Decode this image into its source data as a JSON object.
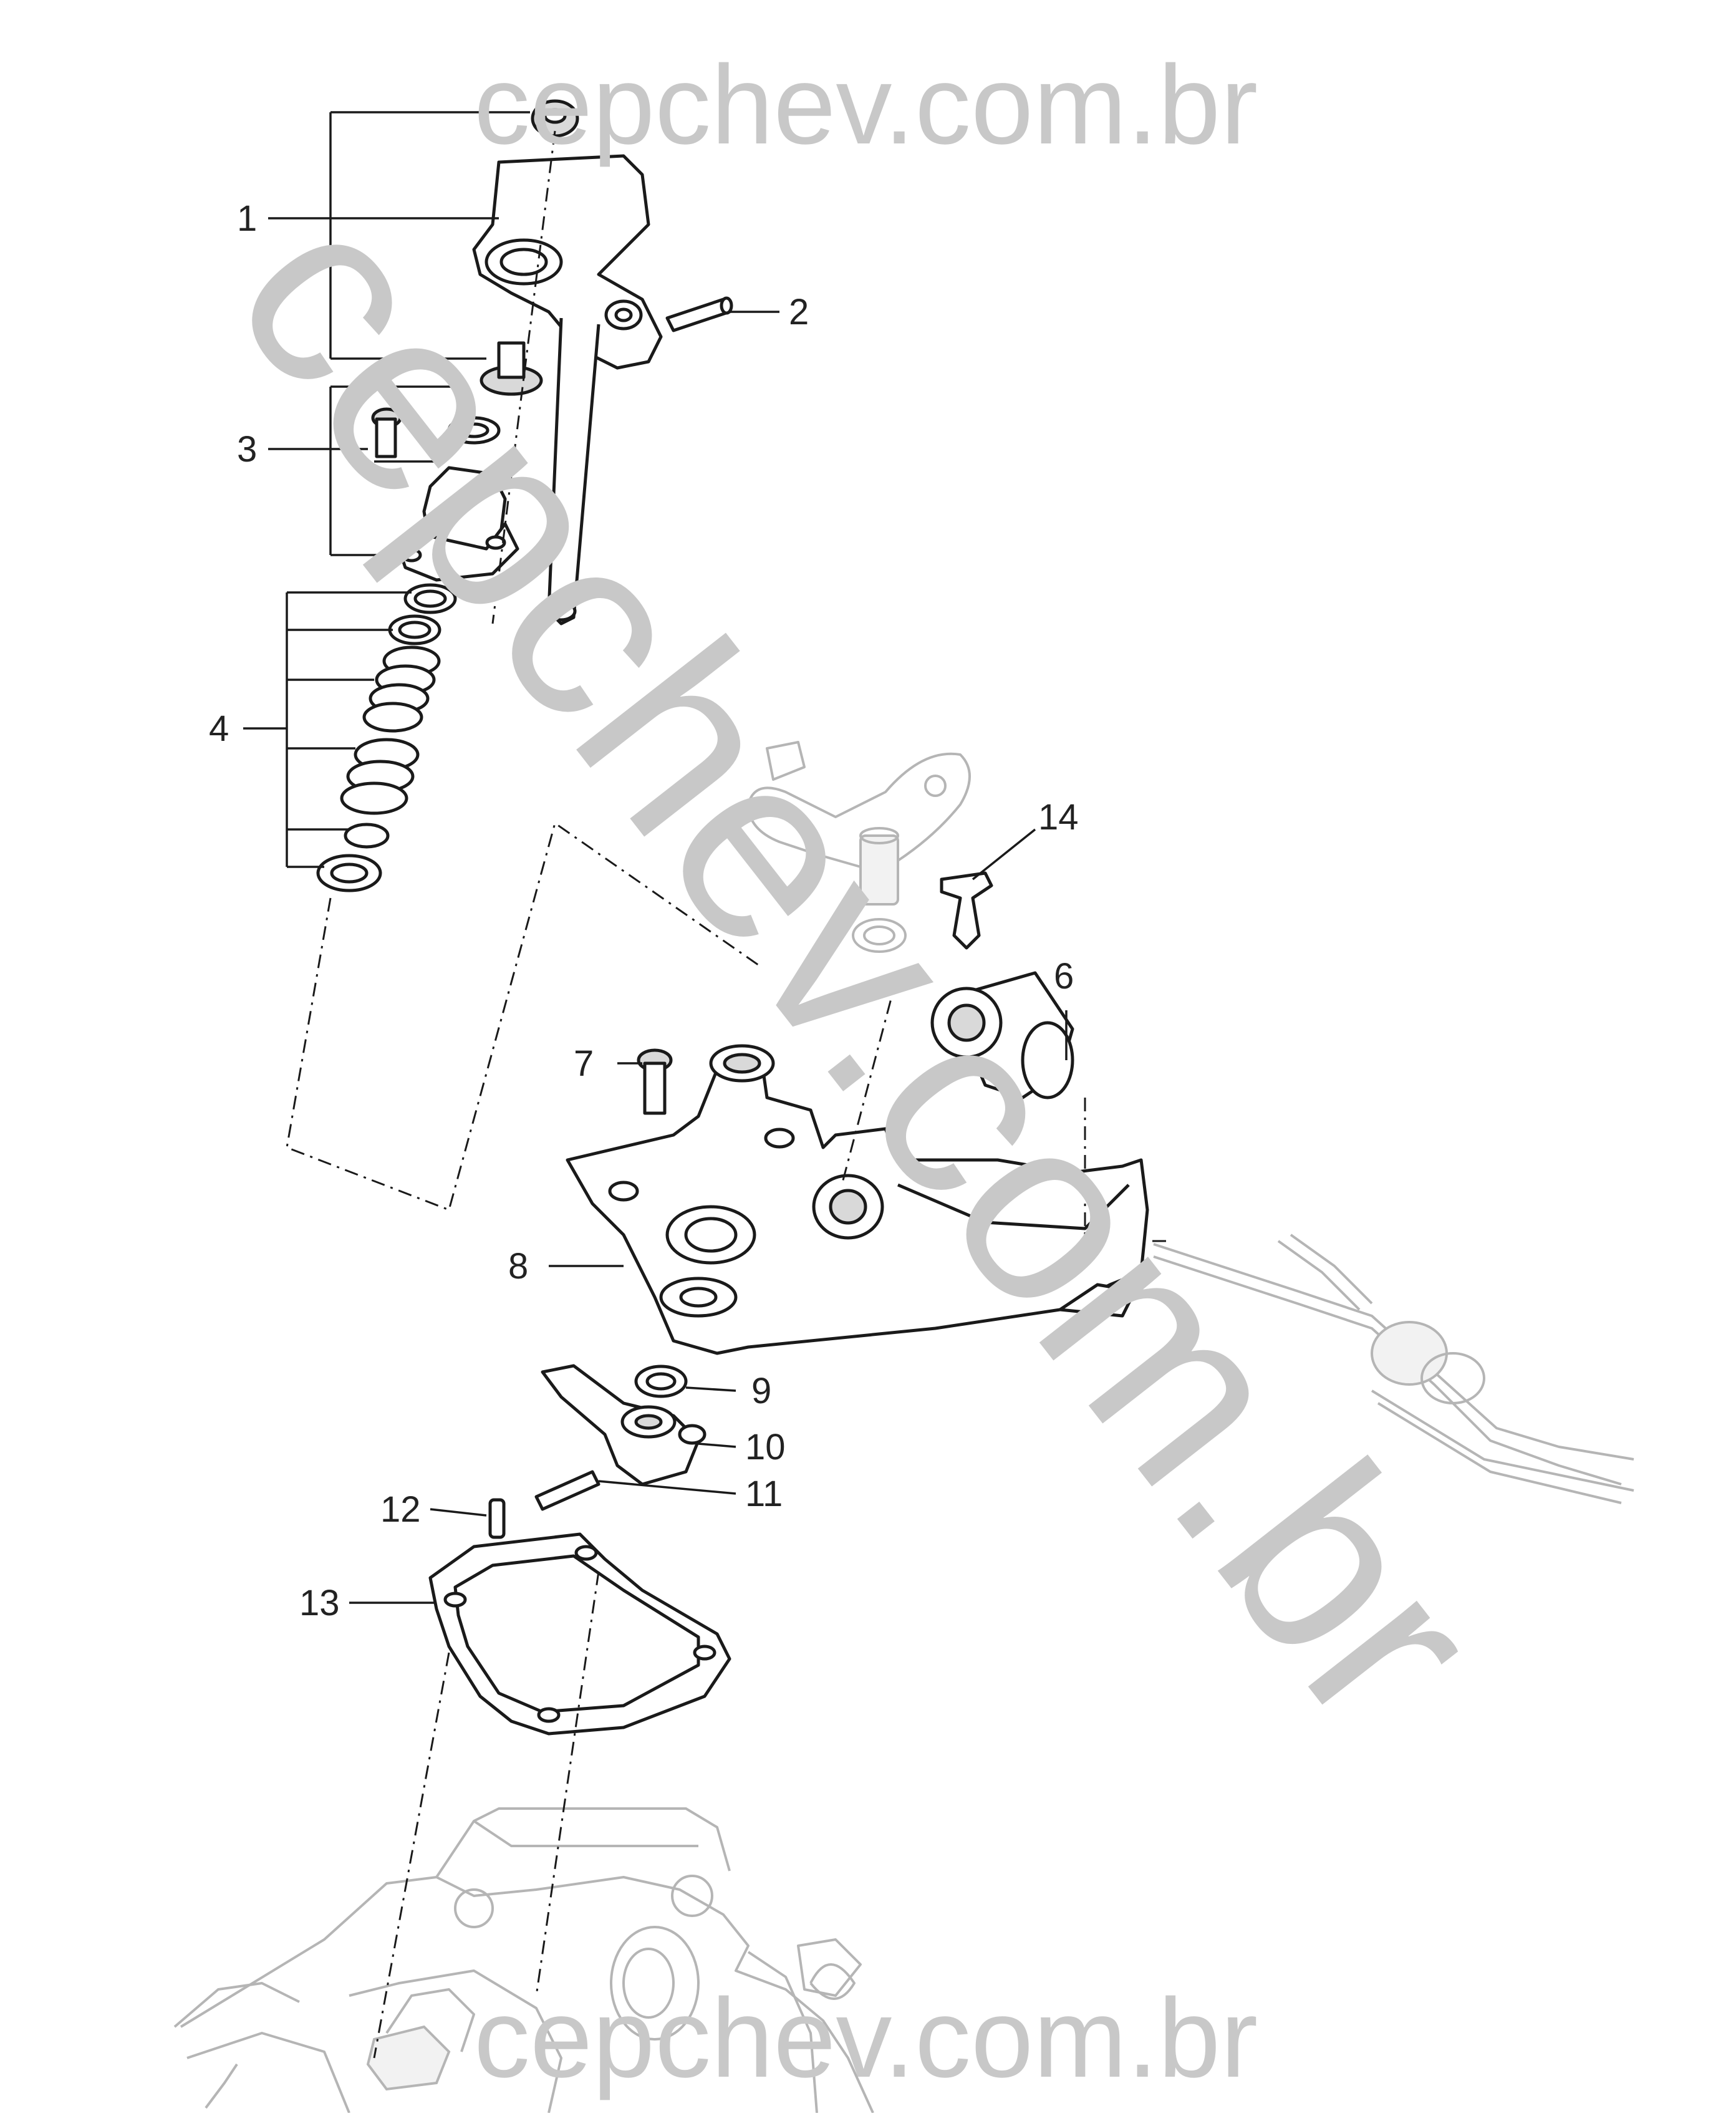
{
  "watermark": {
    "top": "cepchev.com.br",
    "diagonal": "cepchev.com.br",
    "bottom": "cepchev.com.br",
    "color": "#c8c8c8"
  },
  "callouts": [
    {
      "id": "1",
      "label": "1"
    },
    {
      "id": "2",
      "label": "2"
    },
    {
      "id": "3",
      "label": "3"
    },
    {
      "id": "4",
      "label": "4"
    },
    {
      "id": "6",
      "label": "6"
    },
    {
      "id": "7",
      "label": "7"
    },
    {
      "id": "8",
      "label": "8"
    },
    {
      "id": "9",
      "label": "9"
    },
    {
      "id": "10",
      "label": "10"
    },
    {
      "id": "11",
      "label": "11"
    },
    {
      "id": "12",
      "label": "12"
    },
    {
      "id": "13",
      "label": "13"
    },
    {
      "id": "14",
      "label": "14"
    }
  ],
  "parts": [
    "shift-lever-housing",
    "pin",
    "bolt",
    "spring-ring-set",
    "bushing",
    "bolt",
    "shift-bracket",
    "washer",
    "selector-lever",
    "roll-pin",
    "stud",
    "gasket",
    "clip"
  ]
}
